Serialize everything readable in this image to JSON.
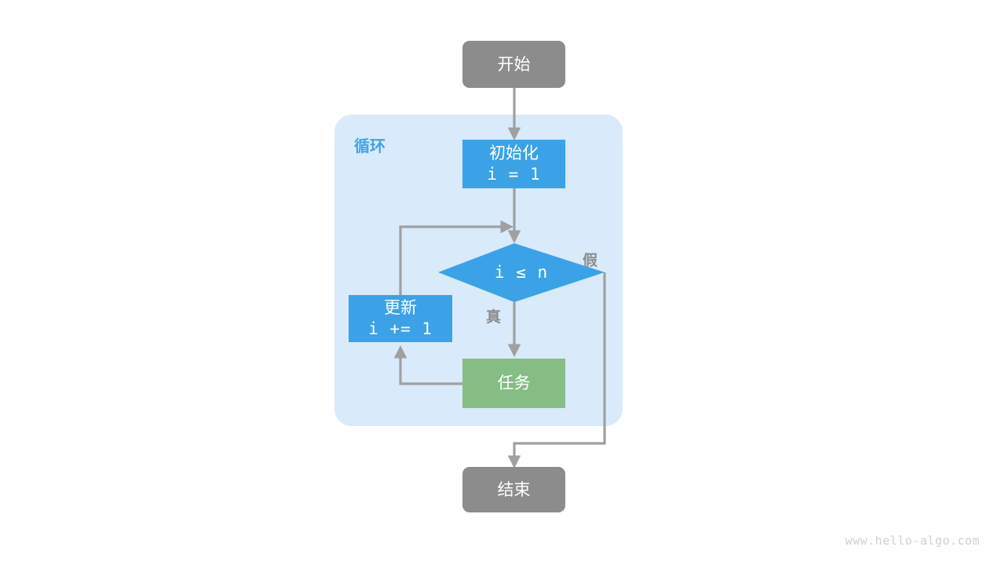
{
  "diagram": {
    "title_watermark": "www.hello-algo.com",
    "group": {
      "label": "循环",
      "color": "#d9eafa",
      "label_color": "#44a3e8"
    },
    "colors": {
      "terminal": "#8c8c8c",
      "process_blue": "#3ba2e8",
      "task_green": "#85bd85",
      "edge": "#a0a0a0",
      "edge_label": "#8c8c8c",
      "text_on_node": "#ffffff",
      "background": "#ffffff",
      "watermark": "#d0d0d0"
    },
    "nodes": [
      {
        "id": "start",
        "shape": "rounded-rect",
        "label": "开始",
        "sublabel": "",
        "fill": "#8c8c8c"
      },
      {
        "id": "init",
        "shape": "rect",
        "label": "初始化",
        "sublabel": "i = 1",
        "fill": "#3ba2e8"
      },
      {
        "id": "cond",
        "shape": "diamond",
        "label": "",
        "sublabel": "i ≤ n",
        "fill": "#3ba2e8"
      },
      {
        "id": "update",
        "shape": "rect",
        "label": "更新",
        "sublabel": "i += 1",
        "fill": "#3ba2e8"
      },
      {
        "id": "task",
        "shape": "rect",
        "label": "任务",
        "sublabel": "",
        "fill": "#85bd85"
      },
      {
        "id": "end",
        "shape": "rounded-rect",
        "label": "结束",
        "sublabel": "",
        "fill": "#8c8c8c"
      }
    ],
    "edge_labels": {
      "true": "真",
      "false": "假"
    }
  }
}
